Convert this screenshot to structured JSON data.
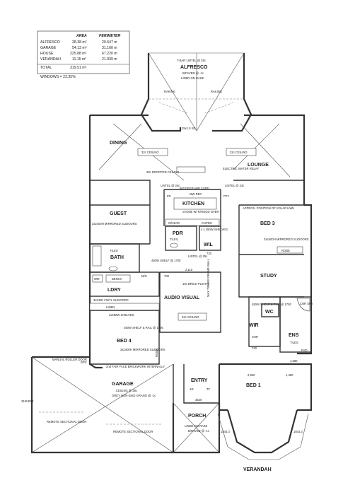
{
  "area_table": {
    "headers": [
      "AREA",
      "PERIMETER"
    ],
    "rows": [
      {
        "name": "ALFRESCO",
        "area": "28.38 m²",
        "perimeter": "20.647 m"
      },
      {
        "name": "GARAGE",
        "area": "54.13 m²",
        "perimeter": "31.160 m"
      },
      {
        "name": "HOUSE",
        "area": "225.88 m²",
        "perimeter": "67.220 m"
      },
      {
        "name": "VERANDAH",
        "area": "11.15 m²",
        "perimeter": "21.939 m"
      }
    ],
    "total": {
      "name": "TOTAL",
      "area": "319.51 m²"
    },
    "windows": "WINDOWS = 23.35%"
  },
  "rooms": {
    "alfresco": "ALFRESCO",
    "dining": "DINING",
    "lounge": "LOUNGE",
    "kitchen": "KITCHEN",
    "guest": "GUEST",
    "bed3": "BED 3",
    "pdr": "PDR",
    "wil": "WIL",
    "bath": "BATH",
    "study": "STUDY",
    "ldry": "LDRY",
    "audio_visual": "AUDIO VISUAL",
    "bed4": "BED 4",
    "wir": "WIR",
    "wc": "WC",
    "ens": "ENS",
    "garage": "GARAGE",
    "entry": "ENTRY",
    "bed1": "BED 1",
    "porch": "PORCH",
    "verandah": "VERANDAH"
  },
  "notes": {
    "t_bar_lintel": "T-BAR LINTEL @ 25c",
    "bpaved_alfresco": "B/PAVED @ -1c",
    "lined_on_rake": "LINED ON RAKE",
    "raking_left": "RAKING",
    "raking_right": "RAKING",
    "ceiling_32c_dining": "32c CEILING",
    "ceiling_32c_lounge": "32c CEILING",
    "dropped_ceiling": "28c DROPPED CEILING",
    "electric_water": "ELECTRIC WATER RELAY",
    "lintel_left": "LINTEL @ 24c",
    "lintel_right": "LINTEL @ 24c",
    "deep_app": "500 DEEP APP CUPD",
    "mw_rec": "MW REC",
    "stone_hood": "STONE W/ R/HOOD OVER",
    "pty": "PTY",
    "ohead": "O/HEAD",
    "cupds": "CUPDS",
    "fr": "FR",
    "hwu": "APPROX. POSITION OF SOLAR HWU",
    "bed3_robe": "3x2400H MIRRORED SLIDOORS",
    "robe_bed3": "ROBE",
    "guest_robe": "3x2400H MIRRORED SLIDOORS",
    "shelf_wil": "4 x 450W SHELVES",
    "tiles_bath": "TILES",
    "tiles_pdr": "TILES",
    "shelf_1700": "450W SHELF @ 1700",
    "lintel_25c": "LINTEL @ 25c",
    "brick_plinth": "10c BRICK PLINTH",
    "timber_frame": "MAX TIMBER FRAME WALL",
    "wm": "WM",
    "bench": "BENCH",
    "mh": "M/H",
    "ldry_doors": "3x2400 VINYL SLIDOORS",
    "linen": "LINEN",
    "linen_shelves": "4x450W SHELVES",
    "bed4_shelf": "450W SHELF & RAIL @ 1700",
    "bed4_robe": "3x2400H MIRRORED SLIDOORS",
    "robe_bed4": "ROBE",
    "ceiling_32c_av": "32c CEILING",
    "wir_shelf": "450W SHELF & RAIL @ 1700",
    "tiles_ens": "TILES",
    "shr": "SHR",
    "cnr_spa": "CNR SPA",
    "fhd": "FHD",
    "manual_roller": "MANUAL ROLLER DOOR",
    "dpc": "DPC",
    "fair_face": "2nd FAIR FACE BRICKWORK INTERNALLY",
    "garage_ceiling": "CEILING @ 28c",
    "garage_paving": "GREY NON-SKID GRANO @ -1c",
    "remote_door_left": "REMOTE SECTIONAL DOOR",
    "remote_door_right": "REMOTE SECTIONAL DOOR",
    "lintel_porch": "LINED ON RAKE",
    "porch_paved": "B/PAVED @ -1c",
    "ub": "310UB32",
    "tf": "TF",
    "entry_1st": "1st"
  },
  "dimensions": {
    "d_1560": "1,560",
    "d_1460": "1,460",
    "d_2840": "2,840",
    "d_2110": "2,110",
    "d_720a": "720",
    "d_720b": "720",
    "d_700": "700",
    "d_3520": "3520",
    "d_1843": "1843.3",
    "d_1843b": "1843.3",
    "d_25x15": "25x1.5 SD"
  }
}
